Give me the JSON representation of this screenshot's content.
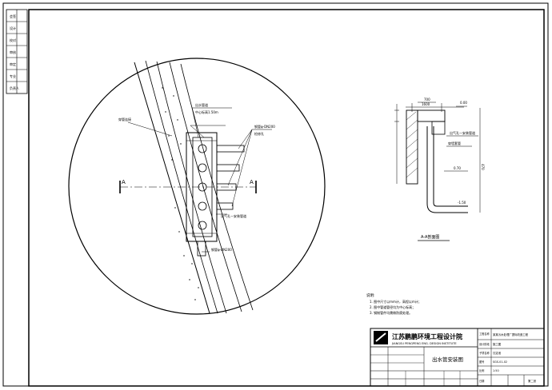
{
  "sheet": {
    "section_mark": "A",
    "section_title": "A-A剖面图",
    "pipe_label": "穿管连接",
    "inner_labels": [
      "出水管道",
      "中心标高1.50m"
    ],
    "side_labels": [
      "钢管φ-DN200",
      "检修孔"
    ],
    "bottom_label": "钢管φ-DN200",
    "dimensions": {
      "d1": "1600",
      "d2": "700",
      "d3": "0.70",
      "d4": "-1.50",
      "d5": "0.00",
      "d6": "470"
    },
    "section_labels": [
      "出气孔—安装管道",
      "穿墙套管"
    ],
    "notes_title": "说明:",
    "notes": [
      "1. 图中尺寸以mm计，高程以m计；",
      "2. 图中管道管径均为中心标高；",
      "3. 钢制管件均需做防腐处理。"
    ]
  },
  "title_block": {
    "company_cn": "江苏鹏鹏环境工程设计院",
    "company_en": "JIANGSU PENGPENG ENG. DESIGN INSTITUTE",
    "drawing_title": "出水管安装图",
    "fields": [
      {
        "label": "工程名称",
        "value": "某某污水处理厂提标改造工程"
      },
      {
        "label": "设计阶段",
        "value": "施工图"
      },
      {
        "label": "子项名称",
        "value": "沉淀池"
      },
      {
        "label": "图号",
        "value": "SGS-01-02"
      },
      {
        "label": "比例",
        "value": "1:50"
      },
      {
        "label": "日期",
        "value": ""
      },
      {
        "label": "第二张",
        "value": ""
      }
    ]
  },
  "margin_text": [
    "会签",
    "设计",
    "校对",
    "审核",
    "审定",
    "专业",
    "负责人"
  ]
}
